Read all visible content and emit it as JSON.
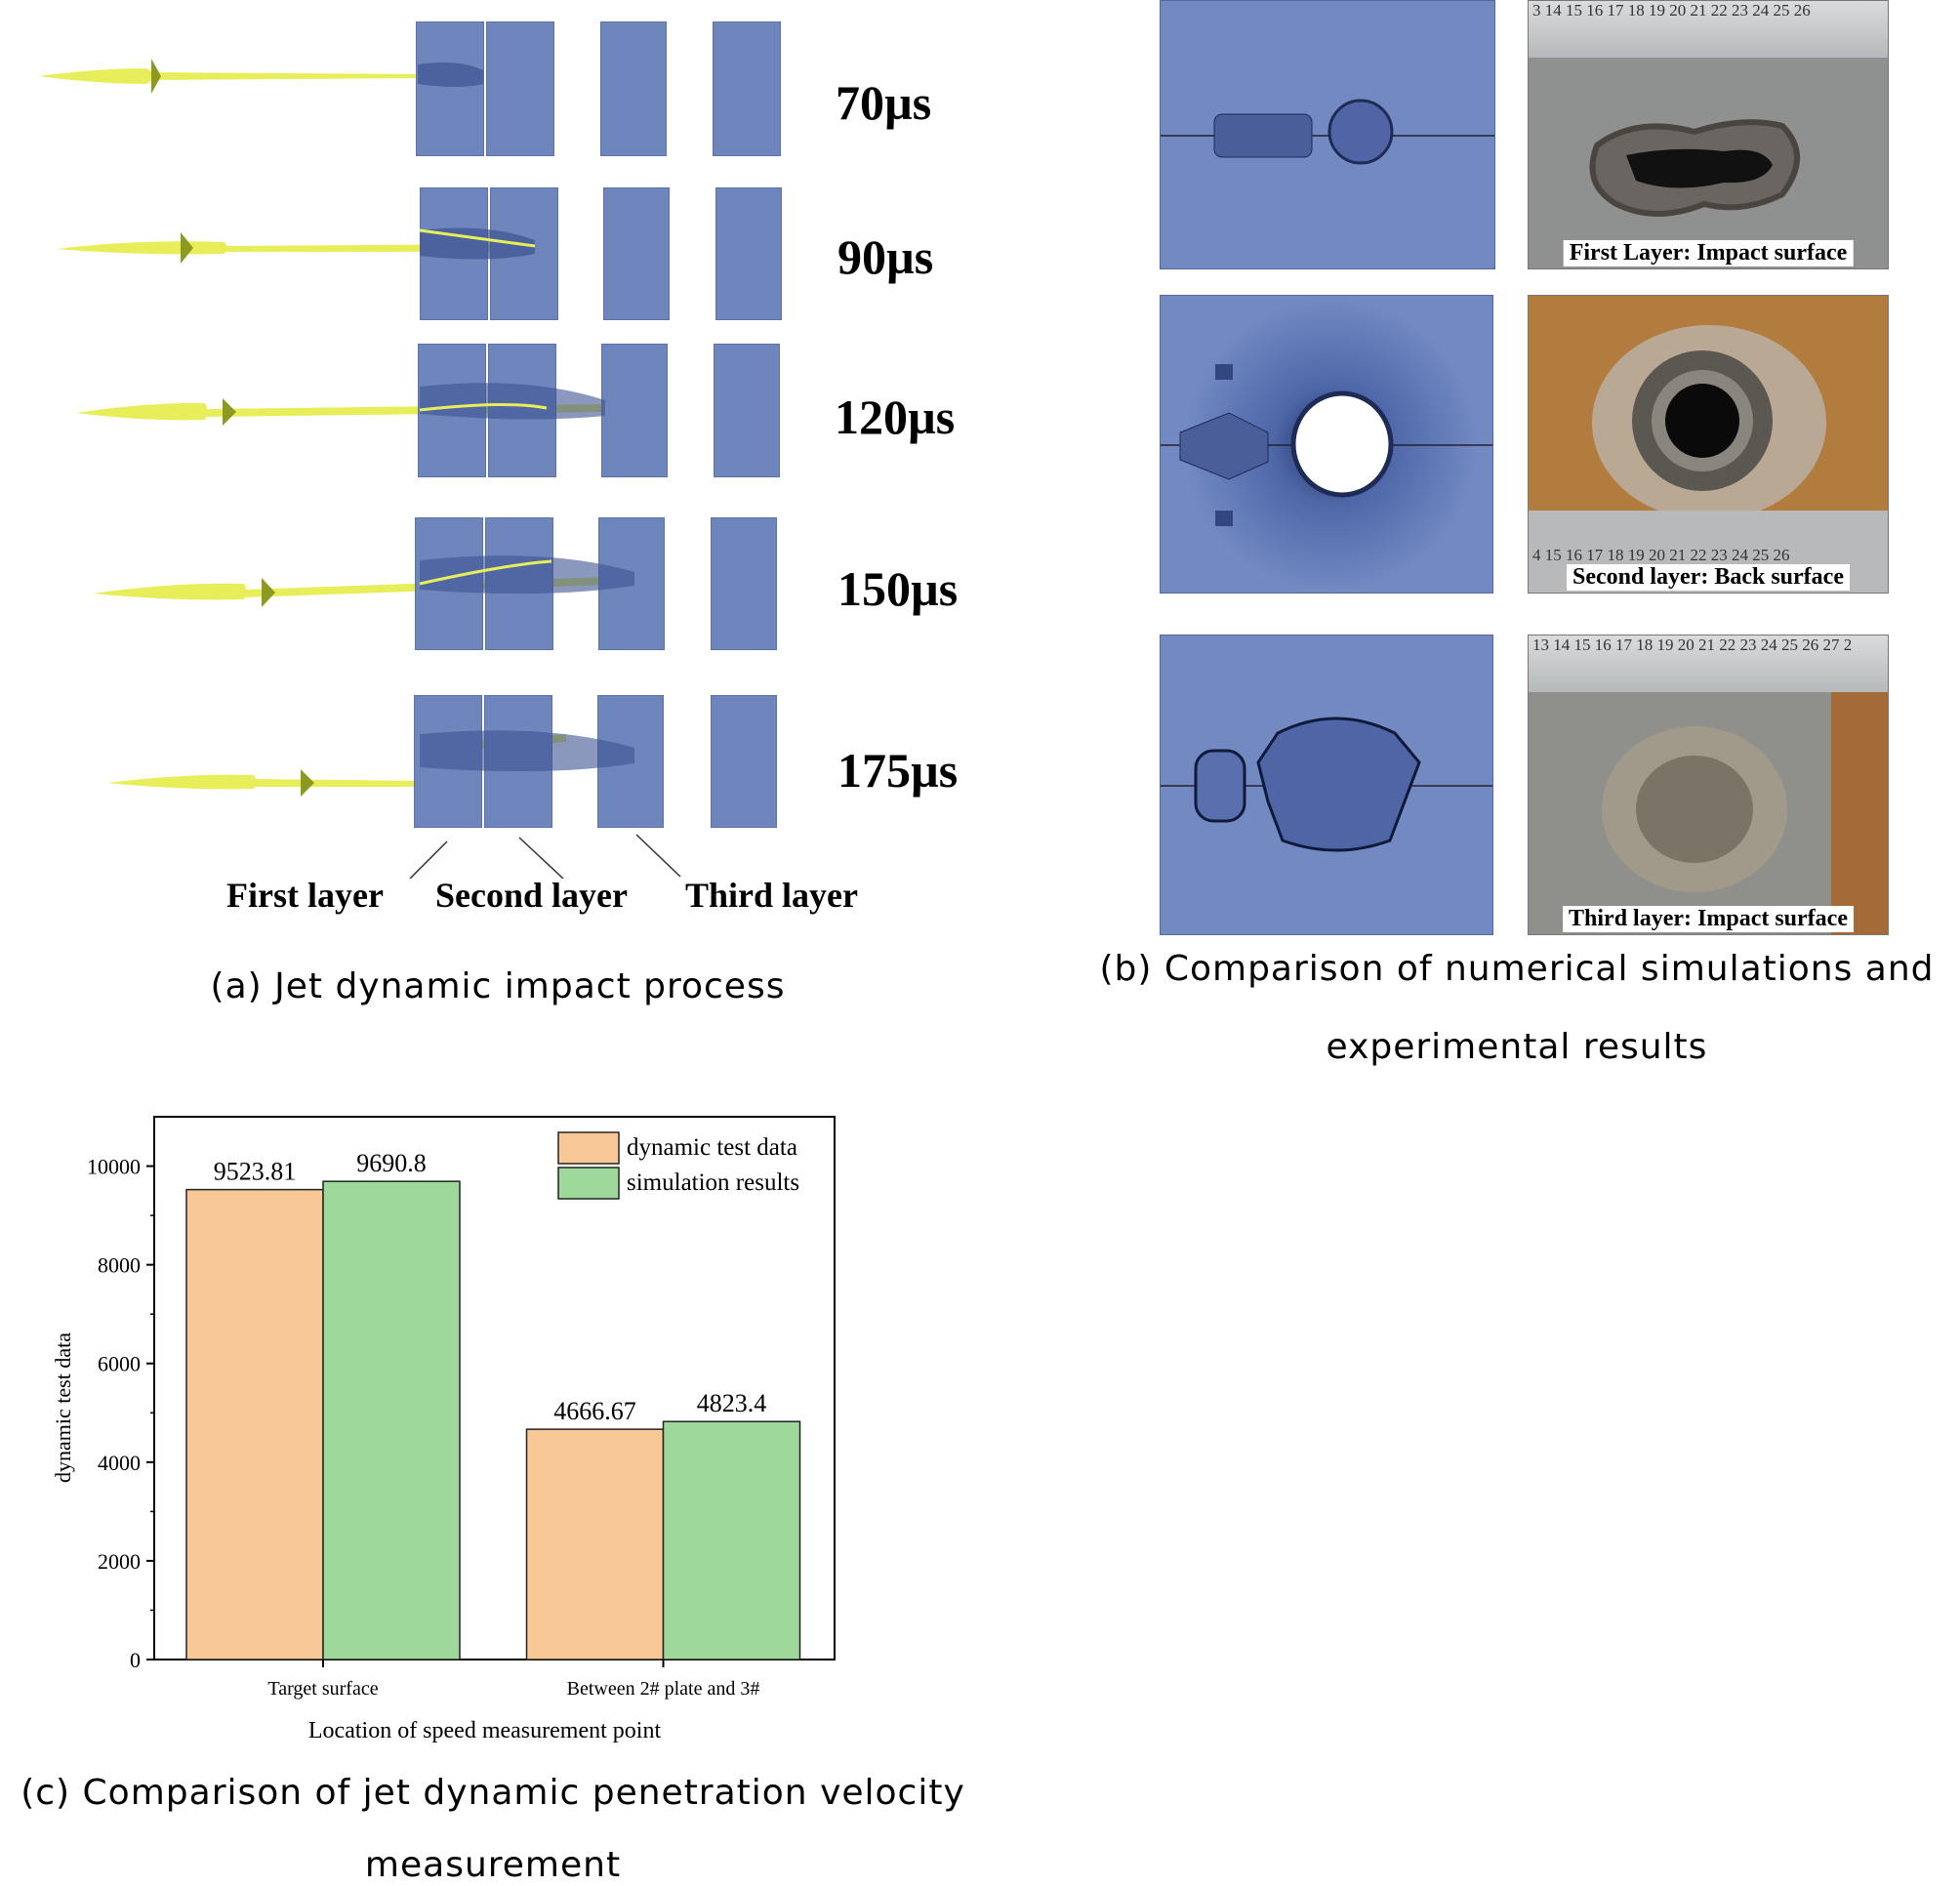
{
  "panel_a": {
    "time_labels": [
      "70µs",
      "90µs",
      "120µs",
      "150µs",
      "175µs"
    ],
    "layer_labels": [
      "First layer",
      "Second layer",
      "Third layer"
    ],
    "caption": "(a) Jet dynamic impact process",
    "colors": {
      "plate": "#6f86bd",
      "jet": "#e8ee5a"
    }
  },
  "panel_b": {
    "ruler_numbers": [
      "3 14 15 16 17 18 19 20 21 22 23 24 25 26",
      "4 15 16 17 18 19 20 21 22 23 24 25 26",
      "13 14 15 16 17 18 19 20 21 22 23 24 25 26 27 2"
    ],
    "photo_labels": [
      "First Layer: Impact surface",
      "Second layer: Back surface",
      "Third layer: Impact surface"
    ],
    "caption_line1": "(b) Comparison of numerical simulations and",
    "caption_line2": "experimental results"
  },
  "panel_c": {
    "caption_line1": "(c) Comparison of jet dynamic penetration velocity",
    "caption_line2": "measurement"
  },
  "chart_data": {
    "type": "bar",
    "categories": [
      "Target surface",
      "Between 2# plate and 3#"
    ],
    "series": [
      {
        "name": "dynamic test data",
        "values": [
          9523.81,
          4666.67
        ],
        "color": "#f9c897",
        "labels": [
          "9523.81",
          "4666.67"
        ]
      },
      {
        "name": "simulation results",
        "values": [
          9690.8,
          4823.4
        ],
        "color": "#9ed89a",
        "labels": [
          "9690.8",
          "4823.4"
        ]
      }
    ],
    "xlabel": "Location of speed measurement point",
    "ylabel": "dynamic test data",
    "ylim": [
      0,
      11000
    ],
    "yticks": [
      0,
      2000,
      4000,
      6000,
      8000,
      10000
    ],
    "legend_position": "top-right"
  }
}
